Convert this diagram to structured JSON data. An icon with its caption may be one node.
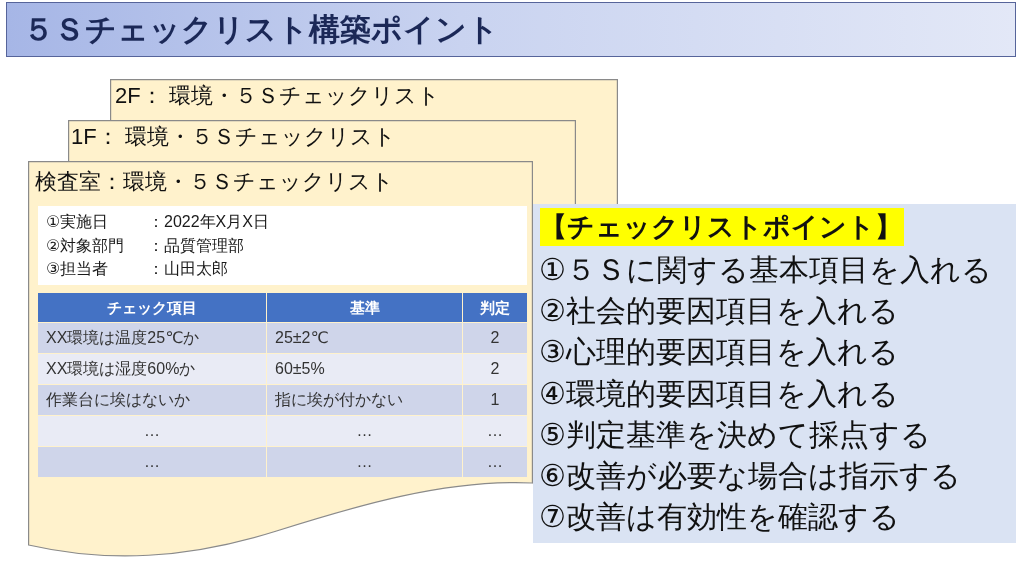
{
  "diagram": {
    "title": "５Ｓチェックリスト構築ポイント",
    "nodes": [
      {
        "text": [
          "2F： 環境・５Ｓチェックリスト"
        ]
      },
      {
        "text": [
          "1F： 環境・５Ｓチェックリスト"
        ]
      },
      {
        "text": [
          "検査室：環境・５Ｓチェックリスト"
        ]
      },
      {
        "text": [
          "①実施日",
          "：2022年X月X日",
          "②対象部門",
          "：品質管理部",
          "③担当者",
          "：山田太郎"
        ],
        "in": 2
      },
      {
        "text": [
          "【チェックリストポイント】",
          "①５Ｓに関する基本項目を入れる",
          "②社会的要因項目を入れる",
          "③心理的要因項目を入れる",
          "④環境的要因項目を入れる",
          "⑤判定基準を決めて採点する",
          "⑥改善が必要な場合は指示する",
          "⑦改善は有効性を確認する"
        ]
      }
    ],
    "labels": [
      "チェック項目",
      "基準",
      "判定",
      "XX環境は温度25℃か",
      "25±2℃",
      "2",
      "XX環境は湿度60%か",
      "60±5%",
      "2",
      "作業台に埃はないか",
      "指に埃が付かない",
      "1",
      "…",
      "…",
      "…",
      "…",
      "…",
      "…"
    ]
  }
}
